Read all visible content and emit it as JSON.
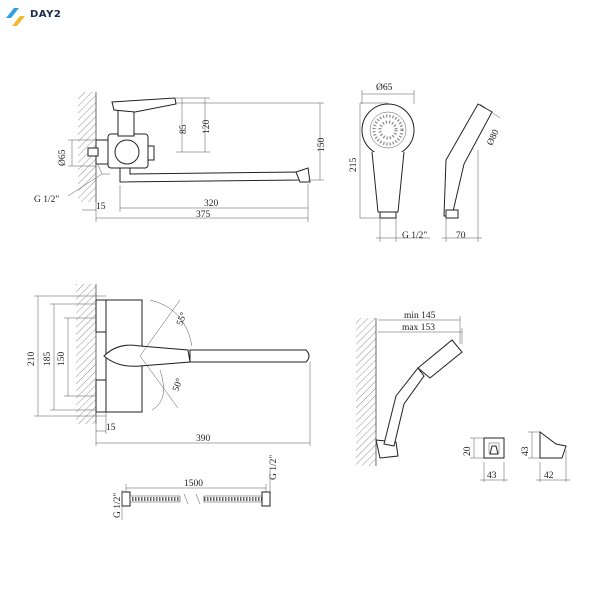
{
  "brand": {
    "name": "DAY2",
    "logo_color_a": "#2fa3e0",
    "logo_color_b": "#f5b82e"
  },
  "top_mixer": {
    "d65": "Ø65",
    "h85": "85",
    "h120": "120",
    "h150": "150",
    "g12": "G 1/2\"",
    "w15": "15",
    "w320": "320",
    "w375": "375"
  },
  "hand_shower": {
    "d65": "Ø65",
    "h215": "215",
    "g12": "G 1/2\"",
    "w70": "70",
    "d80": "Ø80"
  },
  "bottom_mixer": {
    "h210": "210",
    "h185": "185",
    "h150": "150",
    "a55": "55°",
    "a50": "50°",
    "w15": "15",
    "w390": "390"
  },
  "holder_side": {
    "min145": "min 145",
    "max153": "max 153"
  },
  "bracket": {
    "h20": "20",
    "w43a": "43",
    "h43": "43",
    "w42": "42"
  },
  "hose": {
    "g12a": "G 1/2\"",
    "len1500": "1500",
    "g12b": "G 1/2\""
  }
}
